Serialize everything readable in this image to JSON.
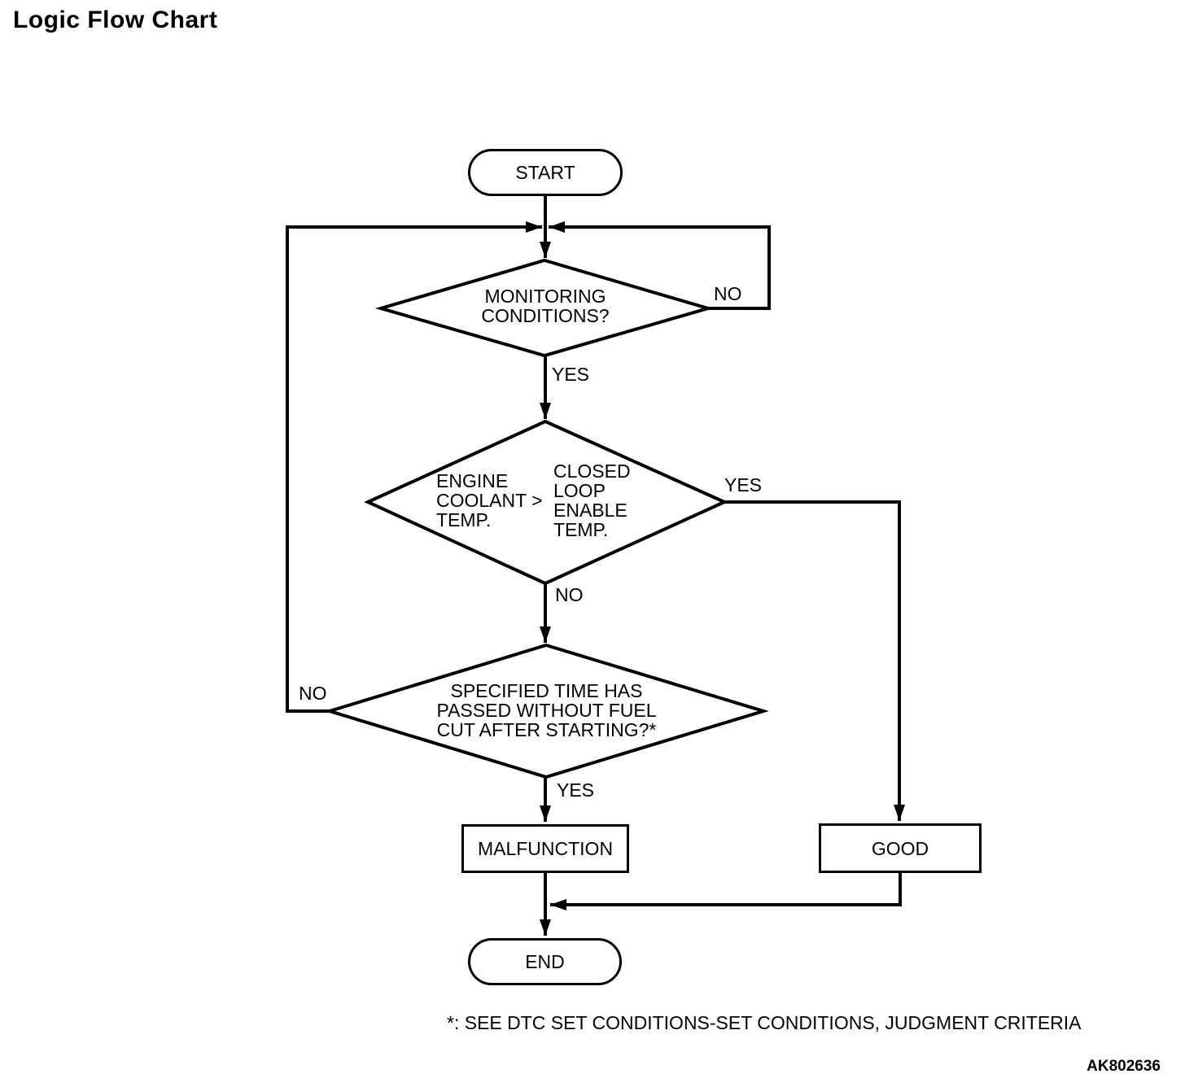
{
  "title": "Logic Flow Chart",
  "colors": {
    "ink": "#000000",
    "background": "#ffffff"
  },
  "flowchart": {
    "nodes": {
      "start": {
        "type": "terminator",
        "label": "START"
      },
      "monitoring_conditions": {
        "type": "decision",
        "label": "MONITORING\nCONDITIONS?"
      },
      "coolant_temp": {
        "type": "decision",
        "label_left": "ENGINE\nCOOLANT >\nTEMP.",
        "label_right": "CLOSED\nLOOP\nENABLE\nTEMP."
      },
      "specified_time": {
        "type": "decision",
        "label": "SPECIFIED TIME HAS\nPASSED WITHOUT FUEL\nCUT AFTER STARTING?*"
      },
      "malfunction": {
        "type": "process",
        "label": "MALFUNCTION"
      },
      "good": {
        "type": "process",
        "label": "GOOD"
      },
      "end": {
        "type": "terminator",
        "label": "END"
      }
    },
    "edge_labels": {
      "monitoring_no": "NO",
      "monitoring_yes": "YES",
      "coolant_yes": "YES",
      "coolant_no": "NO",
      "specified_time_no": "NO",
      "specified_time_yes": "YES"
    }
  },
  "footnote": "*: SEE DTC SET CONDITIONS-SET CONDITIONS, JUDGMENT CRITERIA",
  "figure_code": "AK802636"
}
